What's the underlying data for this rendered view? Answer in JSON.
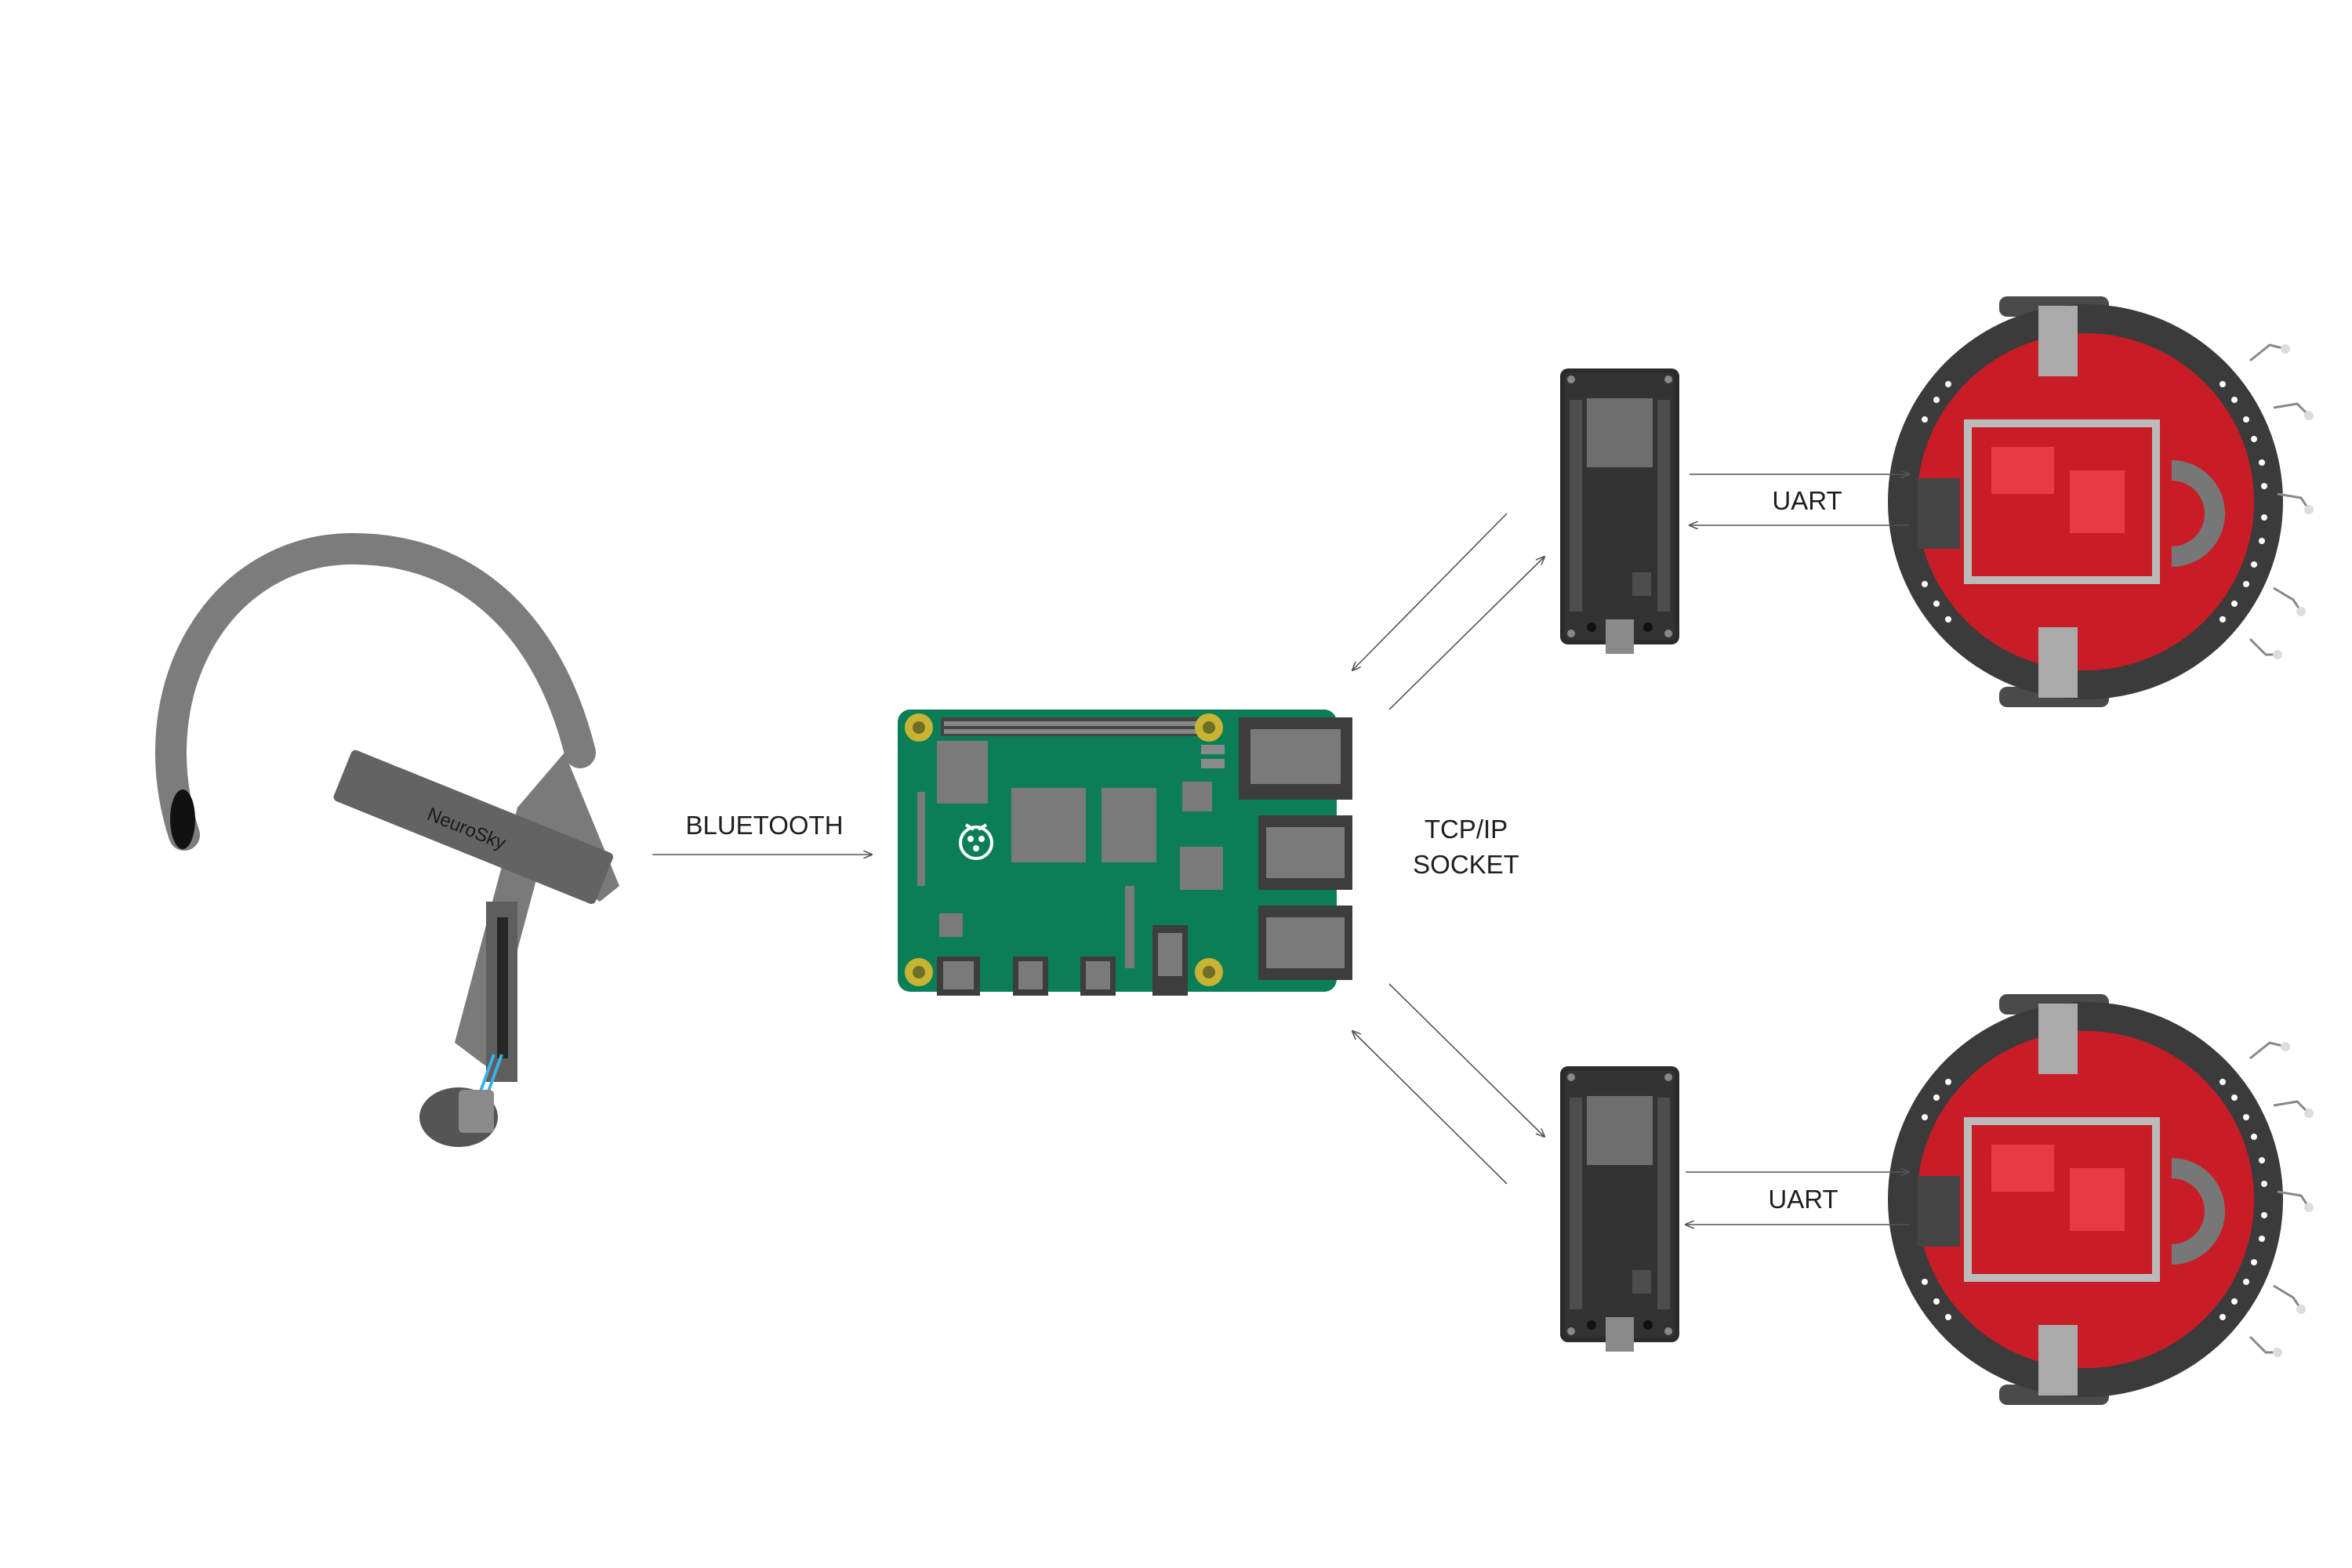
{
  "diagram": {
    "headset": {
      "brand_text": "NeuroSky",
      "icon": "eeg-headset-icon"
    },
    "hub": {
      "icon": "raspberry-pi-board-icon"
    },
    "microcontrollers": [
      {
        "icon": "esp32-board-icon"
      },
      {
        "icon": "esp32-board-icon"
      }
    ],
    "robots": [
      {
        "icon": "mobile-robot-icon"
      },
      {
        "icon": "mobile-robot-icon"
      }
    ],
    "links": {
      "bluetooth": "BLUETOOTH",
      "tcp_line1": "TCP/IP",
      "tcp_line2": "SOCKET",
      "uart_top": "UART",
      "uart_bottom": "UART"
    },
    "colors": {
      "headset_gray": "#808080",
      "pcb_green": "#0b7e57",
      "mcu_dark": "#2b2b2b",
      "robot_red": "#d21f2a",
      "arrow": "#555555"
    }
  }
}
